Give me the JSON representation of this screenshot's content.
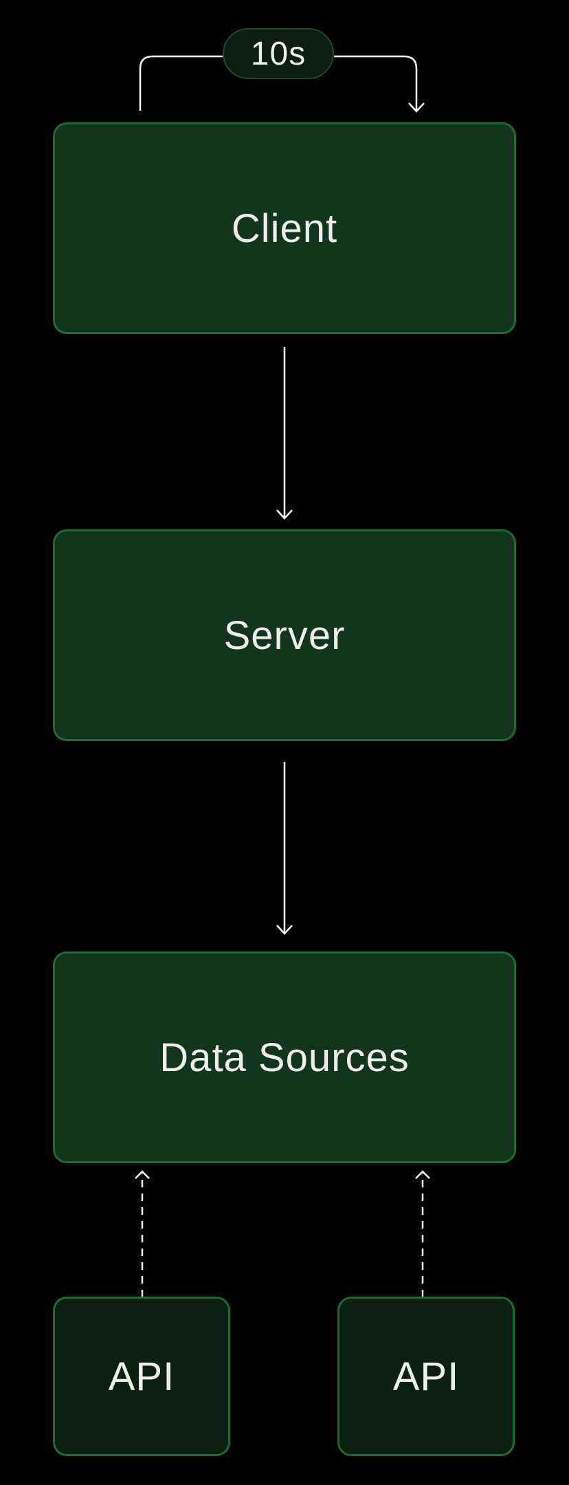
{
  "interval_badge": {
    "label": "10s"
  },
  "nodes": {
    "client": {
      "label": "Client"
    },
    "server": {
      "label": "Server"
    },
    "data_sources": {
      "label": "Data Sources"
    },
    "api_left": {
      "label": "API"
    },
    "api_right": {
      "label": "API"
    }
  },
  "colors": {
    "background": "#000000",
    "box_fill": "#12351e",
    "box_border": "#1f6a30",
    "api_fill": "#0b1f12",
    "badge_fill": "#0c1e12",
    "badge_border": "#1f4a2b",
    "text": "#eeeeee",
    "line": "#ffffff"
  }
}
